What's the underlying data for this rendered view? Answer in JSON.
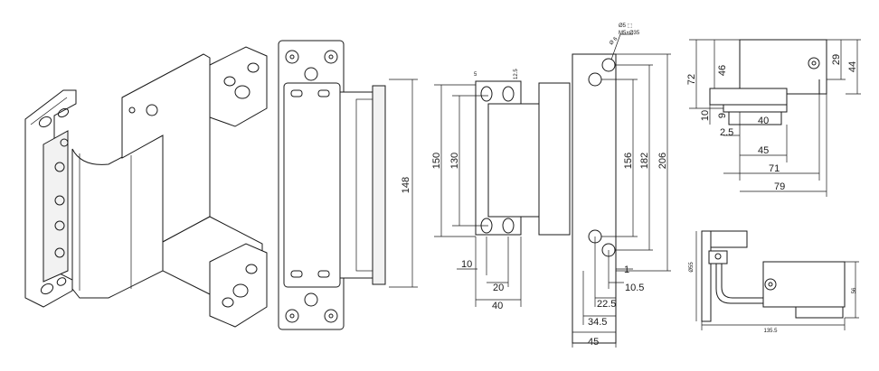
{
  "front_view": {
    "height_label": "148"
  },
  "side_view": {
    "dims": {
      "d150": "150",
      "d130": "130",
      "d156": "156",
      "d182": "182",
      "d206": "206",
      "d10": "10",
      "d20": "20",
      "d40": "40",
      "d1": "1",
      "d10_5": "10.5",
      "d22_5": "22.5",
      "d34_5": "34.5",
      "d45": "45",
      "d5": "5",
      "d2_5small": "12.5",
      "screw1": "Ø5 ⬚",
      "screw2": "M5×Ø35",
      "hole": "Ø 6"
    }
  },
  "top_view": {
    "dims": {
      "d72": "72",
      "d46": "46",
      "d29": "29",
      "d44": "44",
      "d10": "10",
      "d9": "9",
      "d40": "40",
      "d2_5": "2.5",
      "d45": "45",
      "d71": "71",
      "d79": "79"
    }
  },
  "bottom_view": {
    "dims": {
      "d55": "Ø55",
      "d56": "56",
      "d135": "135.5"
    }
  }
}
